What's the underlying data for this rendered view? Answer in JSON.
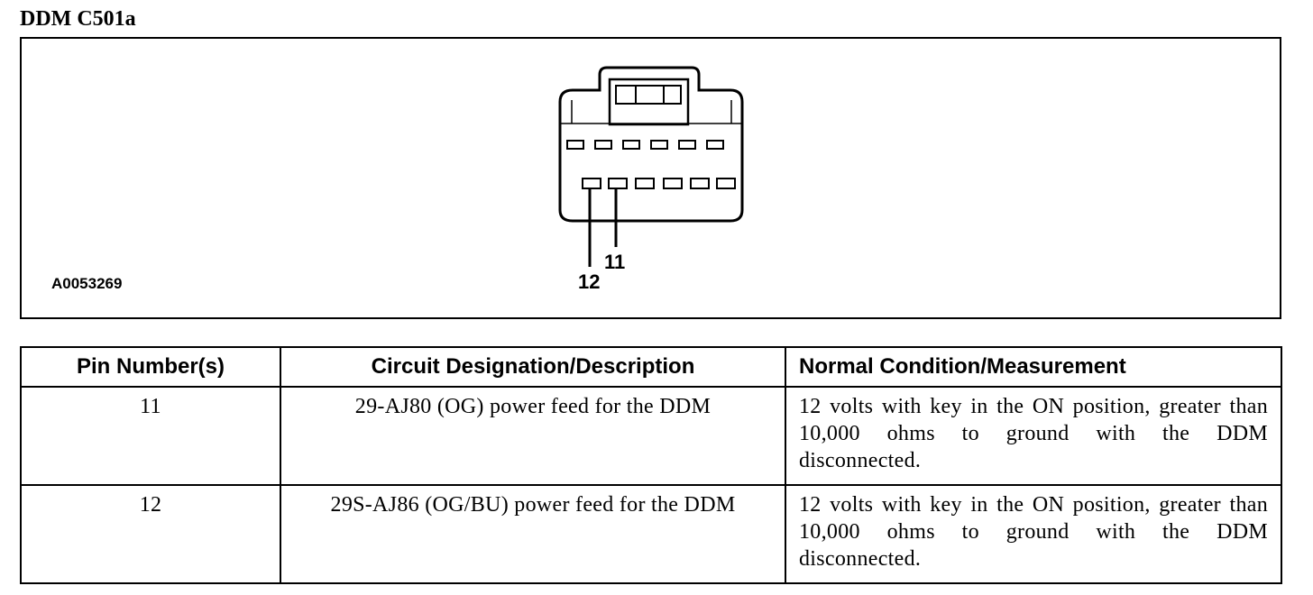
{
  "title": "DDM C501a",
  "figure": {
    "id": "A0053269",
    "pin_labels": {
      "pin12": "12",
      "pin11": "11"
    }
  },
  "table": {
    "headers": [
      "Pin Number(s)",
      "Circuit Designation/Description",
      "Normal Condition/Measurement"
    ],
    "rows": [
      {
        "pin": "11",
        "circuit": "29-AJ80 (OG) power feed for the DDM",
        "condition": "12 volts with key in the ON position, greater than 10,000 ohms to ground with the DDM disconnected."
      },
      {
        "pin": "12",
        "circuit": "29S-AJ86 (OG/BU) power feed for the DDM",
        "condition": "12 volts with key in the ON position, greater than 10,000 ohms to ground with the DDM disconnected."
      }
    ]
  }
}
